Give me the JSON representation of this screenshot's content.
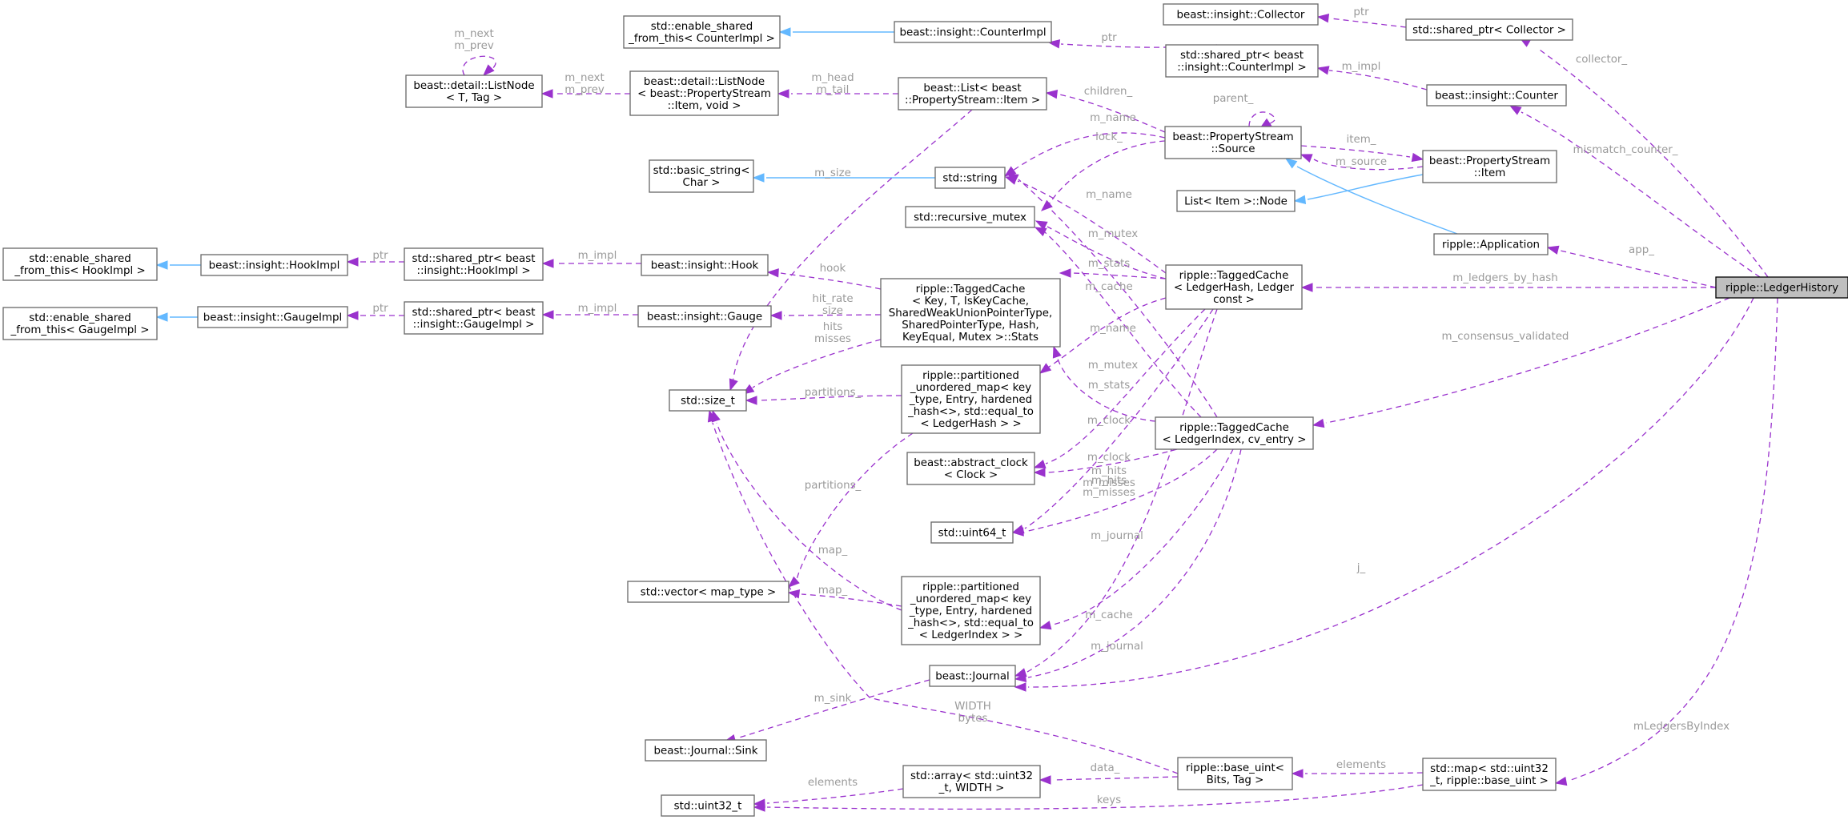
{
  "title": "",
  "colors": {
    "usage_edge": "#9a32cd",
    "inheritance_edge": "#63b8ff",
    "label": "#9a9a9a",
    "node_fill": "#ffffff",
    "highlight_fill": "#bfbfbf"
  },
  "nodes": [
    {
      "id": "ledgerHistory",
      "lines": [
        "ripple::LedgerHistory"
      ]
    },
    {
      "id": "ptrCollector",
      "lines": [
        "std::shared_ptr< Collector >"
      ]
    },
    {
      "id": "collector",
      "lines": [
        "beast::insight::Collector"
      ]
    },
    {
      "id": "enableSharedCounter",
      "lines": [
        "std::enable_shared",
        "_from_this< CounterImpl >"
      ]
    },
    {
      "id": "counterImpl",
      "lines": [
        "beast::insight::CounterImpl"
      ]
    },
    {
      "id": "ptrCounterImpl",
      "lines": [
        "std::shared_ptr< beast",
        "::insight::CounterImpl >"
      ]
    },
    {
      "id": "counter",
      "lines": [
        "beast::insight::Counter"
      ]
    },
    {
      "id": "listNode",
      "lines": [
        "beast::detail::ListNode",
        "< T, Tag >"
      ]
    },
    {
      "id": "listNodeItem",
      "lines": [
        "beast::detail::ListNode",
        "< beast::PropertyStream",
        "::Item, void >"
      ]
    },
    {
      "id": "listItem",
      "lines": [
        "beast::List< beast",
        "::PropertyStream::Item >"
      ]
    },
    {
      "id": "source",
      "lines": [
        "beast::PropertyStream",
        "::Source"
      ]
    },
    {
      "id": "psItem",
      "lines": [
        "beast::PropertyStream",
        "::Item"
      ]
    },
    {
      "id": "basicString",
      "lines": [
        "std::basic_string<",
        "Char >"
      ]
    },
    {
      "id": "stdString",
      "lines": [
        "std::string"
      ]
    },
    {
      "id": "listItemNode",
      "lines": [
        "List< Item >::Node"
      ]
    },
    {
      "id": "recMutex",
      "lines": [
        "std::recursive_mutex"
      ]
    },
    {
      "id": "application",
      "lines": [
        "ripple::Application"
      ]
    },
    {
      "id": "enableSharedHook",
      "lines": [
        "std::enable_shared",
        "_from_this< HookImpl >"
      ]
    },
    {
      "id": "hookImpl",
      "lines": [
        "beast::insight::HookImpl"
      ]
    },
    {
      "id": "ptrHookImpl",
      "lines": [
        "std::shared_ptr< beast",
        "::insight::HookImpl >"
      ]
    },
    {
      "id": "hook",
      "lines": [
        "beast::insight::Hook"
      ]
    },
    {
      "id": "stats",
      "lines": [
        "ripple::TaggedCache",
        "< Key, T, IsKeyCache,",
        "SharedWeakUnionPointerType,",
        "SharedPointerType, Hash,",
        "KeyEqual, Mutex >::Stats"
      ]
    },
    {
      "id": "tcHash",
      "lines": [
        "ripple::TaggedCache",
        "< LedgerHash, Ledger",
        "const >"
      ]
    },
    {
      "id": "enableSharedGauge",
      "lines": [
        "std::enable_shared",
        "_from_this< GaugeImpl >"
      ]
    },
    {
      "id": "gaugeImpl",
      "lines": [
        "beast::insight::GaugeImpl"
      ]
    },
    {
      "id": "ptrGaugeImpl",
      "lines": [
        "std::shared_ptr< beast",
        "::insight::GaugeImpl >"
      ]
    },
    {
      "id": "gauge",
      "lines": [
        "beast::insight::Gauge"
      ]
    },
    {
      "id": "sizeT",
      "lines": [
        "std::size_t"
      ]
    },
    {
      "id": "pumHash",
      "lines": [
        "ripple::partitioned",
        "_unordered_map< key",
        "_type, Entry, hardened",
        "_hash<>, std::equal_to",
        "< LedgerHash > >"
      ]
    },
    {
      "id": "tcIndex",
      "lines": [
        "ripple::TaggedCache",
        "< LedgerIndex, cv_entry >"
      ]
    },
    {
      "id": "absClock",
      "lines": [
        "beast::abstract_clock",
        "< Clock >"
      ]
    },
    {
      "id": "uint64",
      "lines": [
        "std::uint64_t"
      ]
    },
    {
      "id": "vectorMap",
      "lines": [
        "std::vector< map_type >"
      ]
    },
    {
      "id": "pumIndex",
      "lines": [
        "ripple::partitioned",
        "_unordered_map< key",
        "_type, Entry, hardened",
        "_hash<>, std::equal_to",
        "< LedgerIndex > >"
      ]
    },
    {
      "id": "journal",
      "lines": [
        "beast::Journal"
      ]
    },
    {
      "id": "sink",
      "lines": [
        "beast::Journal::Sink"
      ]
    },
    {
      "id": "baseUint",
      "lines": [
        "ripple::base_uint<",
        "Bits, Tag >"
      ]
    },
    {
      "id": "arrayUint32",
      "lines": [
        "std::array< std::uint32",
        "_t, WIDTH >"
      ]
    },
    {
      "id": "mapUint32",
      "lines": [
        "std::map< std::uint32",
        "_t, ripple::base_uint >"
      ]
    },
    {
      "id": "uint32",
      "lines": [
        "std::uint32_t"
      ]
    }
  ],
  "edges": [
    {
      "from": "ledgerHistory",
      "to": "ptrCollector",
      "type": "usage",
      "label": [
        "collector_"
      ]
    },
    {
      "from": "ptrCollector",
      "to": "collector",
      "type": "usage",
      "label": [
        "ptr"
      ]
    },
    {
      "from": "counterImpl",
      "to": "enableSharedCounter",
      "type": "inheritance",
      "label": []
    },
    {
      "from": "ptrCounterImpl",
      "to": "counterImpl",
      "type": "usage",
      "label": [
        "ptr"
      ]
    },
    {
      "from": "counter",
      "to": "ptrCounterImpl",
      "type": "usage",
      "label": [
        "m_impl"
      ]
    },
    {
      "from": "ledgerHistory",
      "to": "counter",
      "type": "usage",
      "label": [
        "mismatch_counter_"
      ]
    },
    {
      "from": "listNode",
      "to": "listNode",
      "type": "usage",
      "label": [
        "m_next",
        "m_prev"
      ]
    },
    {
      "from": "listNodeItem",
      "to": "listNode",
      "type": "usage",
      "label": [
        "m_next",
        "m_prev"
      ]
    },
    {
      "from": "listItem",
      "to": "listNodeItem",
      "type": "usage",
      "label": [
        "m_head",
        "m_tail"
      ]
    },
    {
      "from": "source",
      "to": "listItem",
      "type": "usage",
      "label": [
        "children_"
      ]
    },
    {
      "from": "source",
      "to": "source",
      "type": "usage",
      "label": [
        "parent_"
      ]
    },
    {
      "from": "source",
      "to": "psItem",
      "type": "usage",
      "label": [
        "item_"
      ]
    },
    {
      "from": "psItem",
      "to": "source",
      "type": "usage",
      "label": [
        "m_source"
      ]
    },
    {
      "from": "stdString",
      "to": "basicString",
      "type": "inheritance",
      "label": []
    },
    {
      "from": "source",
      "to": "stdString",
      "type": "usage",
      "label": [
        "m_name"
      ]
    },
    {
      "from": "source",
      "to": "recMutex",
      "type": "usage",
      "label": [
        "lock_"
      ]
    },
    {
      "from": "psItem",
      "to": "listItemNode",
      "type": "inheritance",
      "label": []
    },
    {
      "from": "application",
      "to": "source",
      "type": "inheritance",
      "label": []
    },
    {
      "from": "ledgerHistory",
      "to": "application",
      "type": "usage",
      "label": [
        "app_"
      ]
    },
    {
      "from": "hookImpl",
      "to": "enableSharedHook",
      "type": "inheritance",
      "label": []
    },
    {
      "from": "ptrHookImpl",
      "to": "hookImpl",
      "type": "usage",
      "label": [
        "ptr"
      ]
    },
    {
      "from": "hook",
      "to": "ptrHookImpl",
      "type": "usage",
      "label": [
        "m_impl"
      ]
    },
    {
      "from": "stats",
      "to": "hook",
      "type": "usage",
      "label": [
        "hook"
      ]
    },
    {
      "from": "gaugeImpl",
      "to": "enableSharedGauge",
      "type": "inheritance",
      "label": []
    },
    {
      "from": "ptrGaugeImpl",
      "to": "gaugeImpl",
      "type": "usage",
      "label": [
        "ptr"
      ]
    },
    {
      "from": "gauge",
      "to": "ptrGaugeImpl",
      "type": "usage",
      "label": [
        "m_impl"
      ]
    },
    {
      "from": "stats",
      "to": "gauge",
      "type": "usage",
      "label": [
        "hit_rate",
        "size"
      ]
    },
    {
      "from": "stats",
      "to": "sizeT",
      "type": "usage",
      "label": [
        "hits",
        "misses"
      ]
    },
    {
      "from": "listItem",
      "to": "sizeT",
      "type": "usage",
      "label": [
        "m_size"
      ]
    },
    {
      "from": "pumHash",
      "to": "sizeT",
      "type": "usage",
      "label": [
        "partitions_"
      ]
    },
    {
      "from": "pumIndex",
      "to": "sizeT",
      "type": "usage",
      "label": [
        "partitions_"
      ]
    },
    {
      "from": "baseUint",
      "to": "sizeT",
      "type": "usage",
      "label": [
        "WIDTH",
        "bytes"
      ]
    },
    {
      "from": "tcHash",
      "to": "stdString",
      "type": "usage",
      "label": [
        "m_name"
      ]
    },
    {
      "from": "tcHash",
      "to": "recMutex",
      "type": "usage",
      "label": [
        "m_mutex"
      ]
    },
    {
      "from": "tcHash",
      "to": "stats",
      "type": "usage",
      "label": [
        "m_stats"
      ]
    },
    {
      "from": "tcHash",
      "to": "pumHash",
      "type": "usage",
      "label": [
        "m_cache"
      ]
    },
    {
      "from": "tcHash",
      "to": "absClock",
      "type": "usage",
      "label": [
        "m_clock"
      ]
    },
    {
      "from": "tcHash",
      "to": "uint64",
      "type": "usage",
      "label": [
        "m_hits",
        "m_misses"
      ]
    },
    {
      "from": "tcHash",
      "to": "journal",
      "type": "usage",
      "label": [
        "m_journal"
      ]
    },
    {
      "from": "ledgerHistory",
      "to": "tcHash",
      "type": "usage",
      "label": [
        "m_ledgers_by_hash"
      ]
    },
    {
      "from": "tcIndex",
      "to": "stdString",
      "type": "usage",
      "label": [
        "m_name"
      ]
    },
    {
      "from": "tcIndex",
      "to": "recMutex",
      "type": "usage",
      "label": [
        "m_mutex"
      ]
    },
    {
      "from": "tcIndex",
      "to": "stats",
      "type": "usage",
      "label": [
        "m_stats"
      ]
    },
    {
      "from": "tcIndex",
      "to": "absClock",
      "type": "usage",
      "label": [
        "m_clock"
      ]
    },
    {
      "from": "tcIndex",
      "to": "uint64",
      "type": "usage",
      "label": [
        "m_hits",
        "m_misses"
      ]
    },
    {
      "from": "tcIndex",
      "to": "pumIndex",
      "type": "usage",
      "label": [
        "m_cache"
      ]
    },
    {
      "from": "tcIndex",
      "to": "journal",
      "type": "usage",
      "label": [
        "m_journal"
      ]
    },
    {
      "from": "ledgerHistory",
      "to": "tcIndex",
      "type": "usage",
      "label": [
        "m_consensus_validated"
      ]
    },
    {
      "from": "pumHash",
      "to": "vectorMap",
      "type": "usage",
      "label": [
        "map_"
      ]
    },
    {
      "from": "pumIndex",
      "to": "vectorMap",
      "type": "usage",
      "label": [
        "map_"
      ]
    },
    {
      "from": "journal",
      "to": "sink",
      "type": "usage",
      "label": [
        "m_sink"
      ]
    },
    {
      "from": "ledgerHistory",
      "to": "journal",
      "type": "usage",
      "label": [
        "j_"
      ]
    },
    {
      "from": "baseUint",
      "to": "arrayUint32",
      "type": "usage",
      "label": [
        "data_"
      ]
    },
    {
      "from": "arrayUint32",
      "to": "uint32",
      "type": "usage",
      "label": [
        "elements"
      ]
    },
    {
      "from": "mapUint32",
      "to": "baseUint",
      "type": "usage",
      "label": [
        "elements"
      ]
    },
    {
      "from": "mapUint32",
      "to": "uint32",
      "type": "usage",
      "label": [
        "keys"
      ]
    },
    {
      "from": "ledgerHistory",
      "to": "mapUint32",
      "type": "usage",
      "label": [
        "mLedgersByIndex"
      ]
    }
  ]
}
